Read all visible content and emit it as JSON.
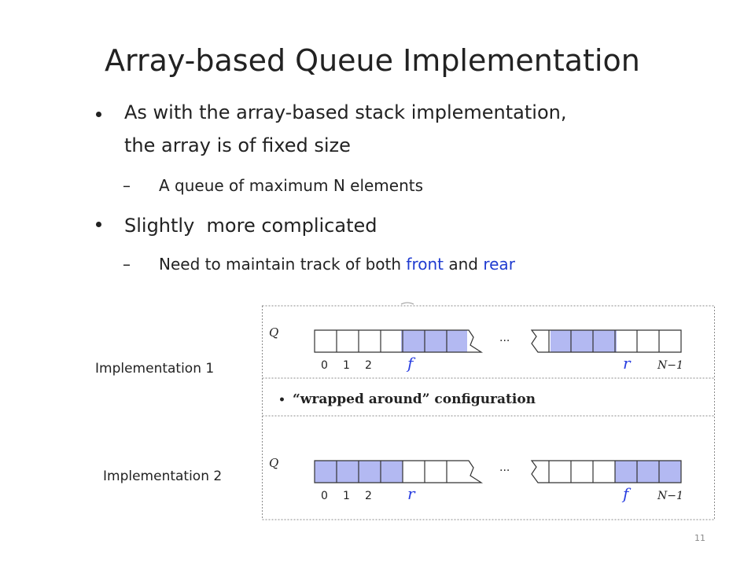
{
  "title": "Array-based Queue Implementation",
  "bullets": [
    {
      "line1": "As with the array-based stack implementation,",
      "line2": "the array is of fixed size"
    },
    {
      "text": "A queue of maximum N elements"
    },
    {
      "text": "Slightly  more complicated"
    },
    {
      "prefix": "Need to maintain track of both ",
      "front": "front",
      "mid": " and ",
      "rear": "rear"
    }
  ],
  "labels": {
    "impl1": "Implementation 1",
    "impl2": "Implementation 2"
  },
  "figure": {
    "array_name": "Q",
    "ellipsis": "...",
    "caption": "“wrapped around” configuration",
    "caption_bullet": "•",
    "indices": {
      "i0": "0",
      "i1": "1",
      "i2": "2",
      "last": "N−1"
    },
    "row1": {
      "left_marker": "f",
      "right_marker": "r"
    },
    "row2": {
      "left_marker": "r",
      "right_marker": "f"
    },
    "fill_color": "#b3b9f2",
    "marker_color": "#2a3fe0"
  },
  "slide_number": "11"
}
